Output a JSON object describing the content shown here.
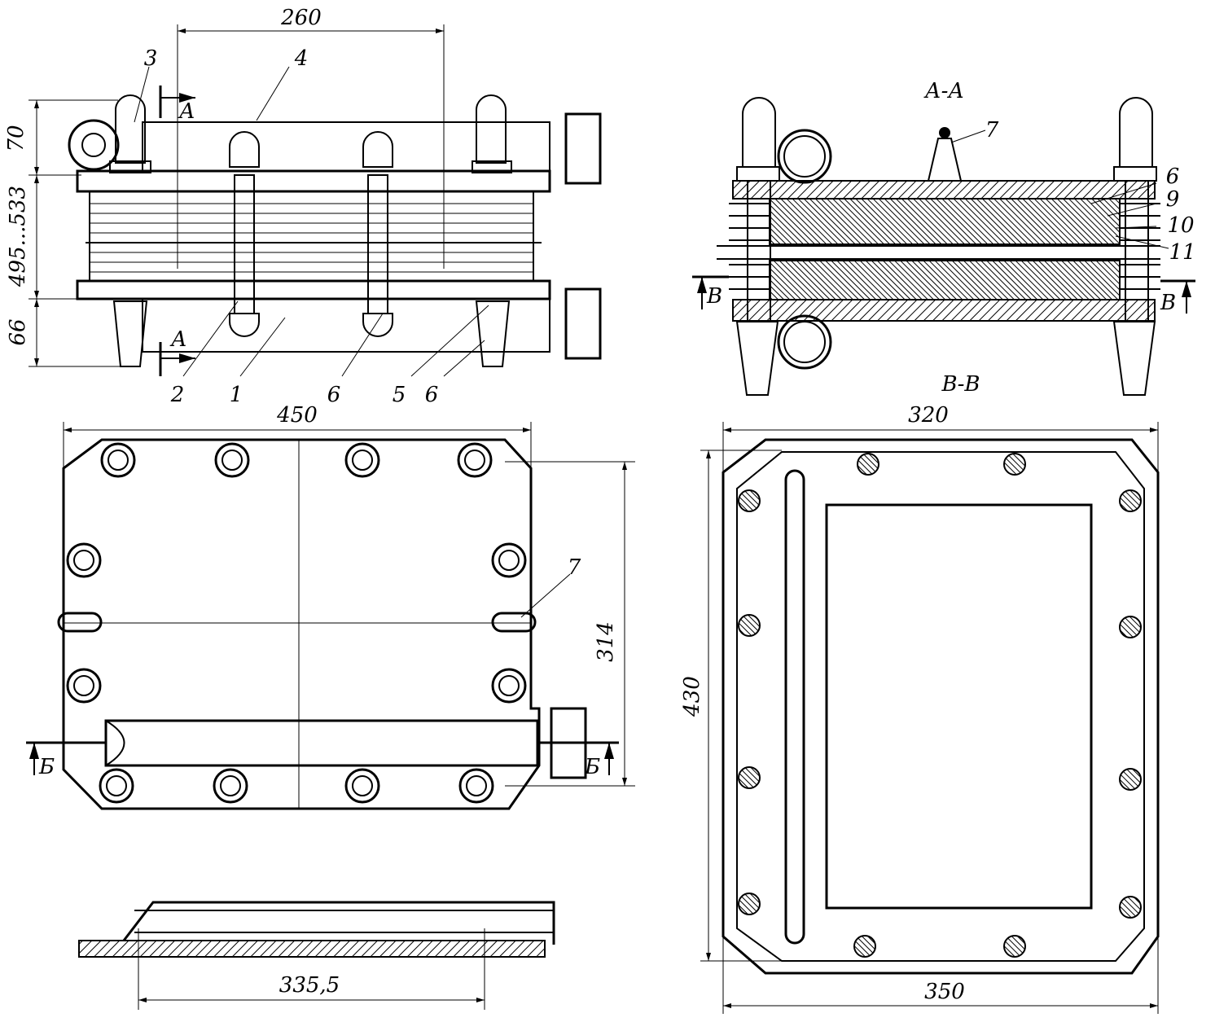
{
  "section_titles": {
    "aa": "А-А",
    "vv": "В-В"
  },
  "dimensions": {
    "d260": "260",
    "d70": "70",
    "d495": "495...533",
    "d66": "66",
    "d450": "450",
    "d314": "314",
    "d335": "335,5",
    "d320": "320",
    "d430": "430",
    "d350": "350"
  },
  "callouts": {
    "c1": "1",
    "c2": "2",
    "c3": "3",
    "c4": "4",
    "c5": "5",
    "c6a": "6",
    "c6b": "6",
    "c7a": "7",
    "c7b": "7",
    "c6r": "6",
    "c9": "9",
    "c10": "10",
    "c11": "11"
  },
  "section_marks": {
    "a_top": "А",
    "a_bottom": "А",
    "b_left": "Б",
    "b_right": "Б",
    "v_left": "В",
    "v_right": "В"
  },
  "colors": {
    "ink": "#000000",
    "paper": "#ffffff"
  }
}
